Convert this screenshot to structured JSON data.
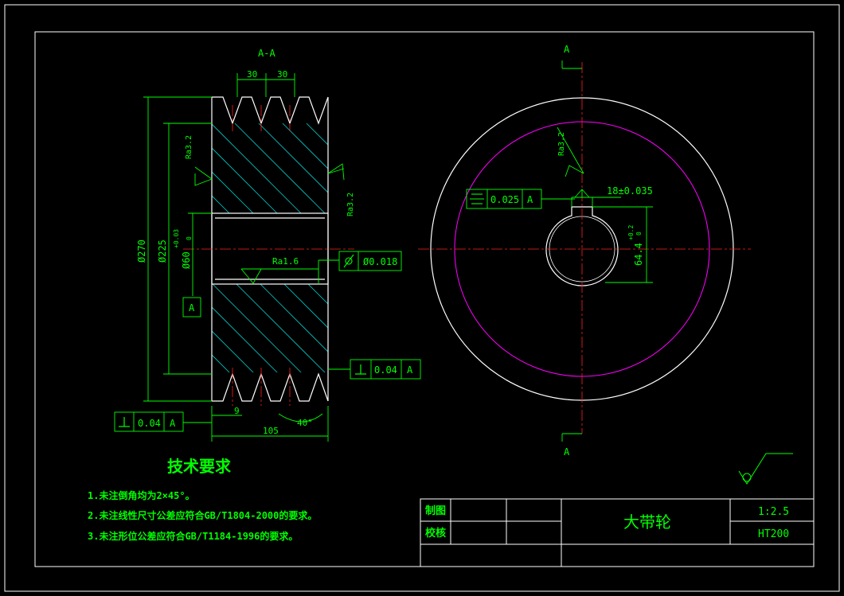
{
  "section": {
    "label": "A-A",
    "groove_pitch_1": "30",
    "groove_pitch_2": "30",
    "dia_outer": "Ø270",
    "dia_pitch": "Ø225",
    "dia_bore": "Ø60",
    "bore_tol_upper": "+0.03",
    "bore_tol_lower": "0",
    "roughness_left": "Ra3.2",
    "roughness_right": "Ra3.2",
    "roughness_bore": "Ra1.6",
    "datum_letter": "A",
    "runout_value": "Ø0.018",
    "perp_value_right": "0.04",
    "perp_datum_right": "A",
    "perp_value_left": "0.04",
    "perp_datum_left": "A",
    "groove_offset": "9",
    "groove_angle": "40°",
    "width": "105"
  },
  "end_view": {
    "section_mark_top": "A",
    "section_mark_bottom": "A",
    "roughness": "Ra3.2",
    "sym_value": "0.025",
    "sym_datum": "A",
    "keyway_width": "18±0.035",
    "keyway_depth": "64.4",
    "keyway_tol_upper": "+0.2",
    "keyway_tol_lower": "0"
  },
  "requirements": {
    "title": "技术要求",
    "items": [
      "1.未注倒角均为2×45°。",
      "2.未注线性尺寸公差应符合GB/T1804-2000的要求。",
      "3.未注形位公差应符合GB/T1184-1996的要求。"
    ]
  },
  "title_block": {
    "draw_label": "制图",
    "check_label": "校核",
    "part_name": "大带轮",
    "scale": "1:2.5",
    "material": "HT200"
  },
  "colors": {
    "background": "#000000",
    "frame": "#ffffff",
    "dimension": "#00ff00",
    "hatch": "#00cccc",
    "centerline": "#ff2020",
    "pitch_circle": "#ff00ff"
  }
}
